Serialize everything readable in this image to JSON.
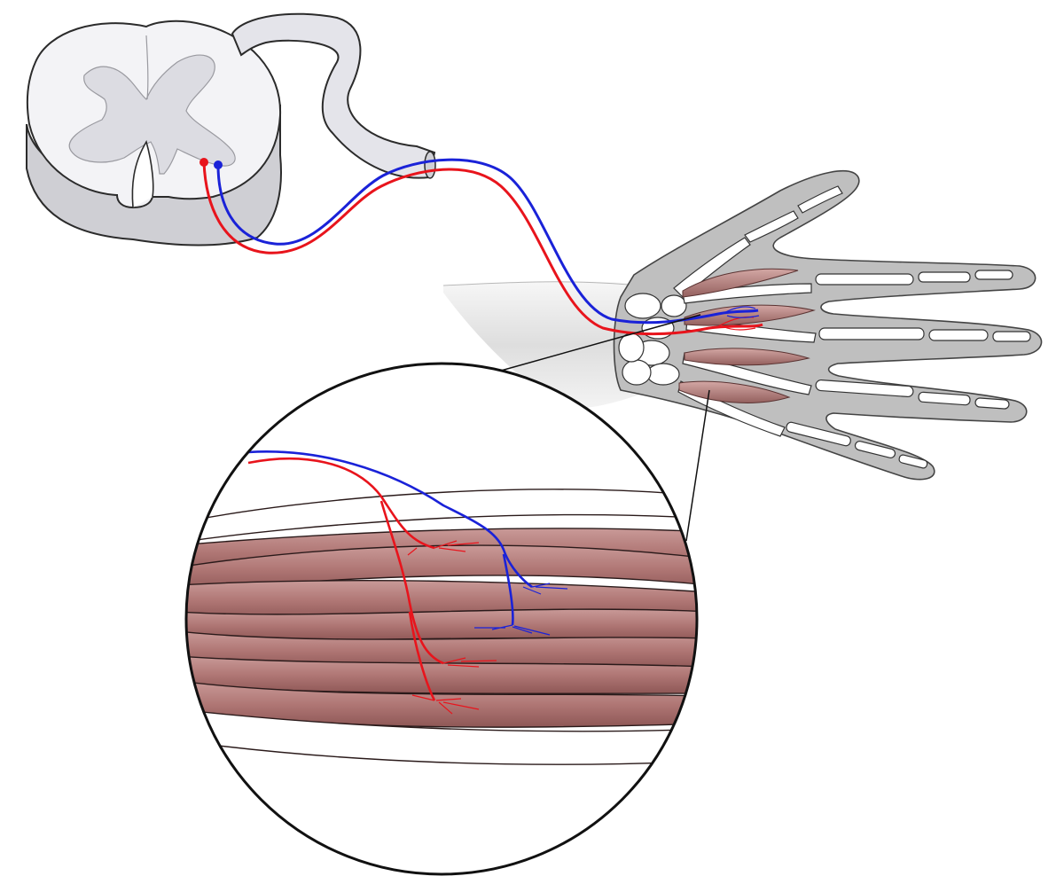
{
  "diagram": {
    "components": [
      "spinal-cord-cross-section",
      "dorsal-nerve-root",
      "motor-neuron-red",
      "motor-neuron-blue",
      "forearm",
      "hand-skeleton",
      "interosseous-muscles",
      "magnified-muscle-fibers"
    ]
  },
  "colors": {
    "neuron_red": "#e8141c",
    "neuron_blue": "#1a22d8",
    "muscle": "#b9807e",
    "muscle_dark": "#8e5756",
    "bone": "#ffffff",
    "tissue": "#bfbfbf",
    "cord_gray": "#e9e9ee",
    "outline": "#2b2b2b"
  }
}
